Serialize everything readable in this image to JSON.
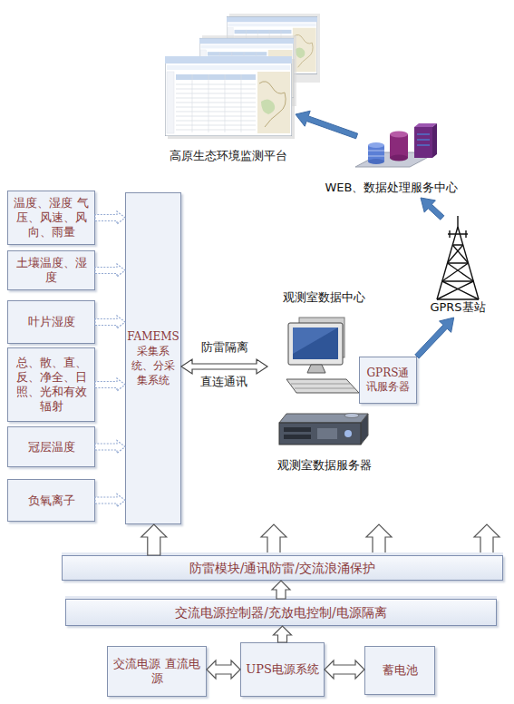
{
  "diagram": {
    "nodes": [
      {
        "text": [
          "高原生态环境监测平台"
        ]
      },
      {
        "text": [
          "WEB、数据处理服务中心"
        ]
      },
      {
        "text": [
          "GPRS基站"
        ]
      },
      {
        "text": [
          "温度、湿度 气压、风速、风向、雨量"
        ]
      },
      {
        "text": [
          "土壤温度、湿度"
        ]
      },
      {
        "text": [
          "叶片湿度"
        ]
      },
      {
        "text": [
          "总、散、直、反、净全、日照、光和有效辐射"
        ]
      },
      {
        "text": [
          "冠层温度"
        ]
      },
      {
        "text": [
          "负氧离子"
        ]
      },
      {
        "text": [
          "FAMEMS采集系统、分采集系统"
        ]
      },
      {
        "text": [
          "观测室数据中心"
        ]
      },
      {
        "text": [
          "GPRS通讯服务器"
        ]
      },
      {
        "text": [
          "观测室数据服务器"
        ]
      },
      {
        "text": [
          "防雷模块/通讯防雷/交流浪涌保护"
        ]
      },
      {
        "text": [
          "交流电源控制器/充放电控制/电源隔离"
        ]
      },
      {
        "text": [
          "交流电源 直流电源"
        ]
      },
      {
        "text": [
          "UPS电源系统"
        ]
      },
      {
        "text": [
          "蓄电池"
        ]
      }
    ],
    "edges": [
      {
        "from": 3,
        "to": 9,
        "arrow": "to"
      },
      {
        "from": 4,
        "to": 9,
        "arrow": "to"
      },
      {
        "from": 5,
        "to": 9,
        "arrow": "to"
      },
      {
        "from": 6,
        "to": 9,
        "arrow": "to"
      },
      {
        "from": 7,
        "to": 9,
        "arrow": "to"
      },
      {
        "from": 8,
        "to": 9,
        "arrow": "to"
      },
      {
        "from": 9,
        "to": 10,
        "label": "防雷隔离",
        "arrow": "both"
      },
      {
        "from": 11,
        "to": 2,
        "arrow": "to"
      },
      {
        "from": 2,
        "to": 1,
        "arrow": "to"
      },
      {
        "from": 1,
        "to": 0,
        "arrow": "to"
      },
      {
        "from": 13,
        "to": 9,
        "arrow": "to"
      },
      {
        "from": 14,
        "to": 13,
        "arrow": "to"
      },
      {
        "from": 16,
        "to": 14,
        "arrow": "to"
      },
      {
        "from": 16,
        "to": 15,
        "arrow": "both"
      },
      {
        "from": 16,
        "to": 17,
        "arrow": "both"
      }
    ],
    "labels": [
      "直连通讯"
    ]
  }
}
